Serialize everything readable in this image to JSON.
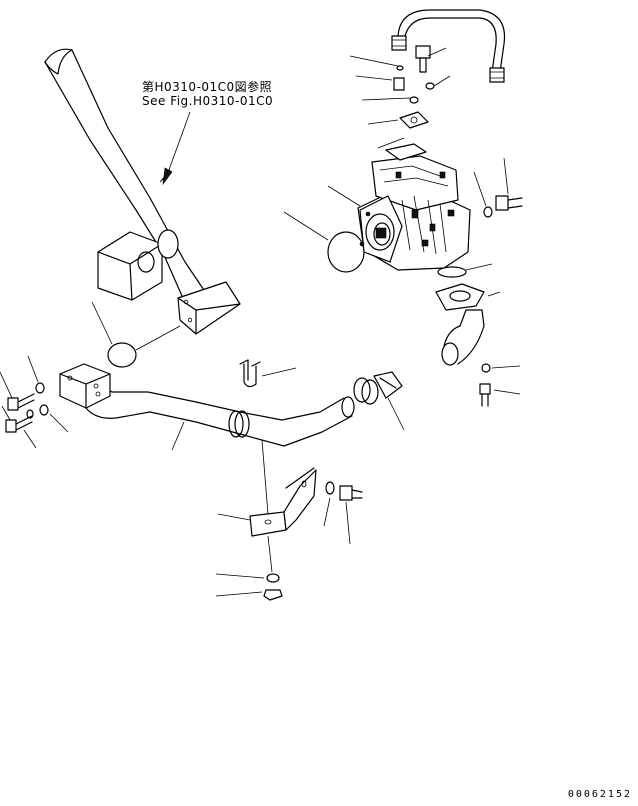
{
  "reference_note": {
    "japanese": "第H0310-01C0図参照",
    "english": "See Fig.H0310-01C0"
  },
  "drawing_number": "00062152",
  "colors": {
    "line": "#000000",
    "background": "#ffffff"
  }
}
